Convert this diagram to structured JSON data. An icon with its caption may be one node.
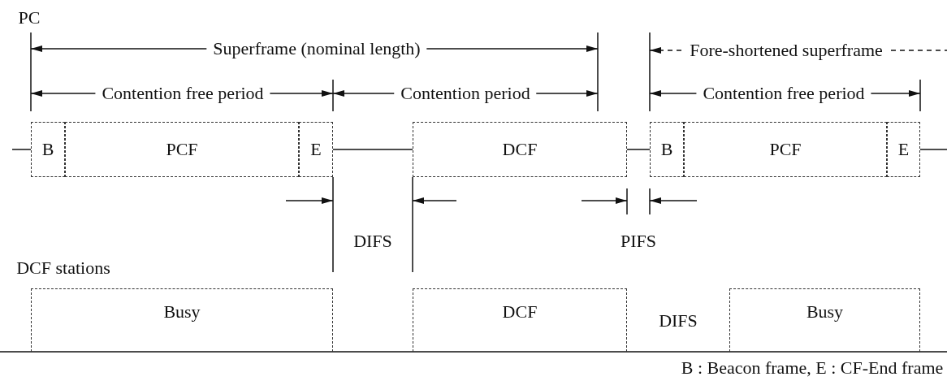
{
  "diagram": {
    "nodes": [
      {
        "text": [
          "B"
        ]
      },
      {
        "text": [
          "PCF"
        ]
      },
      {
        "text": [
          "E"
        ]
      },
      {
        "text": [
          "DCF"
        ]
      },
      {
        "text": [
          "B"
        ]
      },
      {
        "text": [
          "PCF"
        ]
      },
      {
        "text": [
          "E"
        ]
      },
      {
        "text": [
          "Busy"
        ]
      },
      {
        "text": [
          "DCF"
        ]
      },
      {
        "text": [
          "Busy"
        ]
      }
    ],
    "edges": [
      {
        "from": null,
        "to": 0,
        "arrow": "none"
      },
      {
        "from": 2,
        "to": 3,
        "arrow": "none"
      },
      {
        "from": 3,
        "to": 4,
        "arrow": "none"
      },
      {
        "from": 6,
        "to": null,
        "arrow": "none"
      }
    ],
    "labels": [
      "PC",
      "Superframe (nominal length)",
      "Fore-shortened superframe",
      "Contention free period",
      "Contention period",
      "Contention free period",
      "DIFS",
      "PIFS",
      "DCF stations",
      "DIFS",
      "B : Beacon frame, E : CF-End frame"
    ]
  }
}
